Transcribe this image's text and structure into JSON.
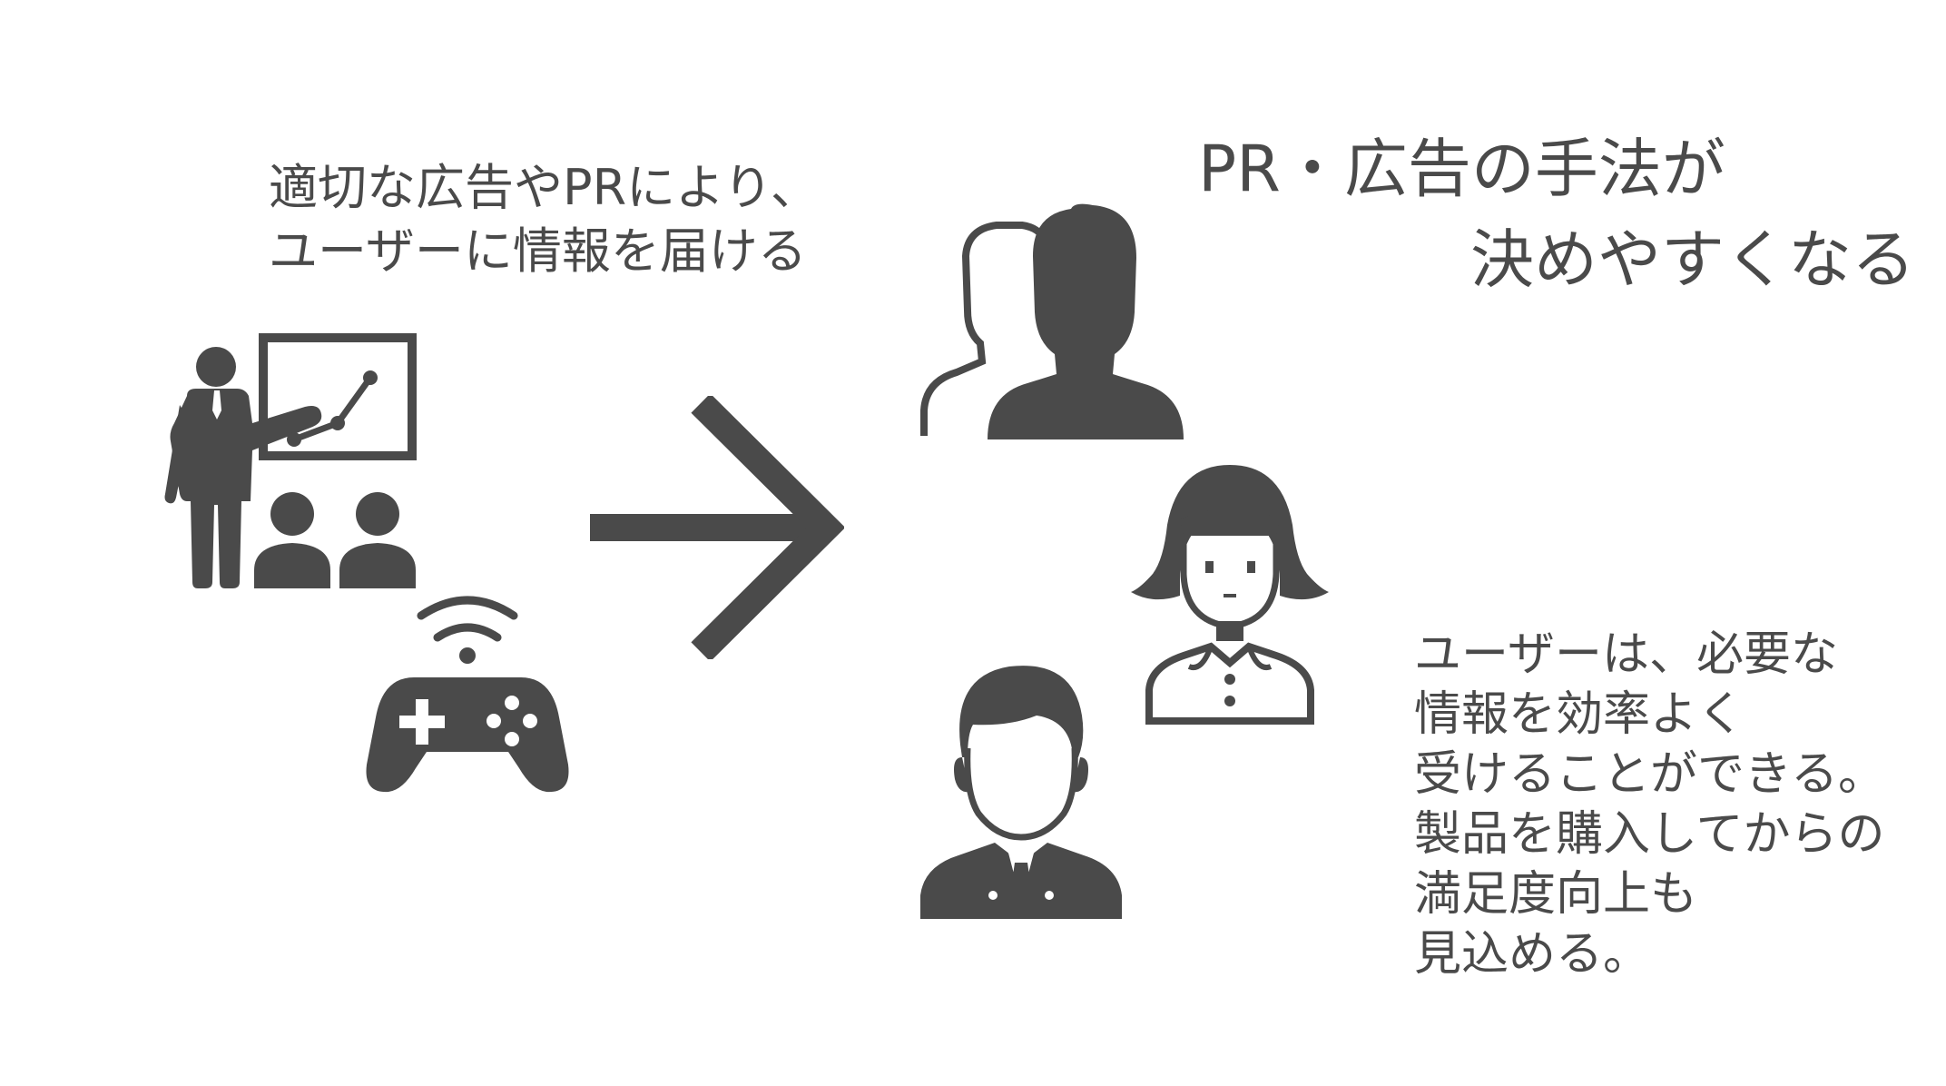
{
  "caption_left": {
    "lines": [
      "適切な広告やPRにより、",
      "ユーザーに情報を届ける"
    ]
  },
  "headline_right": {
    "lines": [
      "PR・広告の手法が",
      "決めやすくなる"
    ]
  },
  "caption_right": {
    "lines": [
      "ユーザーは、必要な",
      "情報を効率よく",
      "受けることができる。",
      "製品を購入してからの",
      "満足度向上も",
      "見込める。"
    ]
  },
  "icons": {
    "presenter": "presenter-chart-icon",
    "audience": "audience-icon",
    "game_controller": "wireless-game-controller-icon",
    "arrow": "arrow-right-icon",
    "user_group": "user-group-icon",
    "woman": "woman-avatar-icon",
    "man": "businessman-avatar-icon"
  },
  "colors": {
    "icon": "#4a4a4a",
    "text": "#4a4a4a",
    "background": "#ffffff"
  }
}
